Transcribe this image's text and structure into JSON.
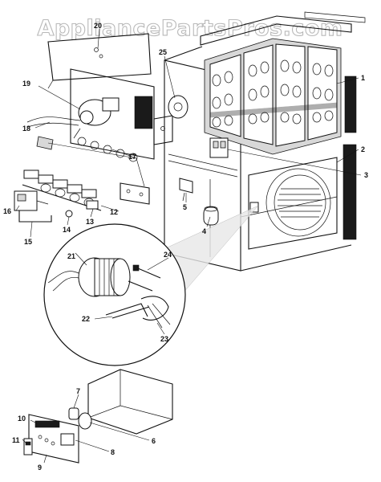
{
  "watermark": "AppliancePartsPros.com",
  "callouts": [
    {
      "id": "1",
      "text": "1"
    },
    {
      "id": "2",
      "text": "2"
    },
    {
      "id": "3",
      "text": "3"
    },
    {
      "id": "4",
      "text": "4"
    },
    {
      "id": "5",
      "text": "5"
    },
    {
      "id": "6",
      "text": "6"
    },
    {
      "id": "7",
      "text": "7"
    },
    {
      "id": "8",
      "text": "8"
    },
    {
      "id": "9",
      "text": "9"
    },
    {
      "id": "10",
      "text": "10"
    },
    {
      "id": "11",
      "text": "11"
    },
    {
      "id": "12",
      "text": "12"
    },
    {
      "id": "13",
      "text": "13"
    },
    {
      "id": "14",
      "text": "14"
    },
    {
      "id": "15",
      "text": "15"
    },
    {
      "id": "16",
      "text": "16"
    },
    {
      "id": "17",
      "text": "17"
    },
    {
      "id": "18",
      "text": "18"
    },
    {
      "id": "19",
      "text": "19"
    },
    {
      "id": "20",
      "text": "20"
    },
    {
      "id": "21",
      "text": "21"
    },
    {
      "id": "22",
      "text": "22"
    },
    {
      "id": "23",
      "text": "23"
    },
    {
      "id": "24",
      "text": "24"
    },
    {
      "id": "25",
      "text": "25"
    }
  ]
}
